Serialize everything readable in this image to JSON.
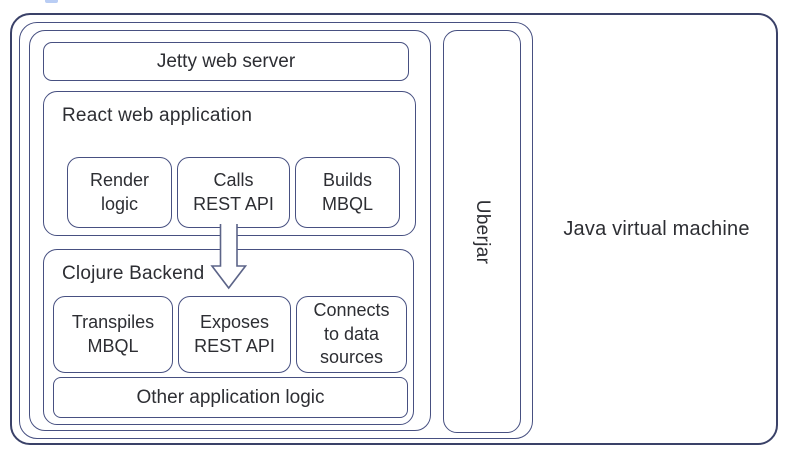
{
  "jvm": {
    "label": "Java virtual machine"
  },
  "uberjar": {
    "label": "Uberjar"
  },
  "jetty": {
    "label": "Jetty web server"
  },
  "react": {
    "title": "React web application",
    "children": [
      {
        "label": "Render\nlogic"
      },
      {
        "label": "Calls\nREST API"
      },
      {
        "label": "Builds\nMBQL"
      }
    ]
  },
  "clojure": {
    "title": "Clojure Backend",
    "children": [
      {
        "label": "Transpiles\nMBQL"
      },
      {
        "label": "Exposes\nREST API"
      },
      {
        "label": "Connects\nto data\nsources"
      }
    ],
    "other_label": "Other application logic"
  },
  "colors": {
    "border": "#475081",
    "border_dark": "#3a4168",
    "text": "#2d2e33",
    "arrow_outline": "#5c6488",
    "stray_mark": "#b9cdf4",
    "background": "#ffffff"
  }
}
